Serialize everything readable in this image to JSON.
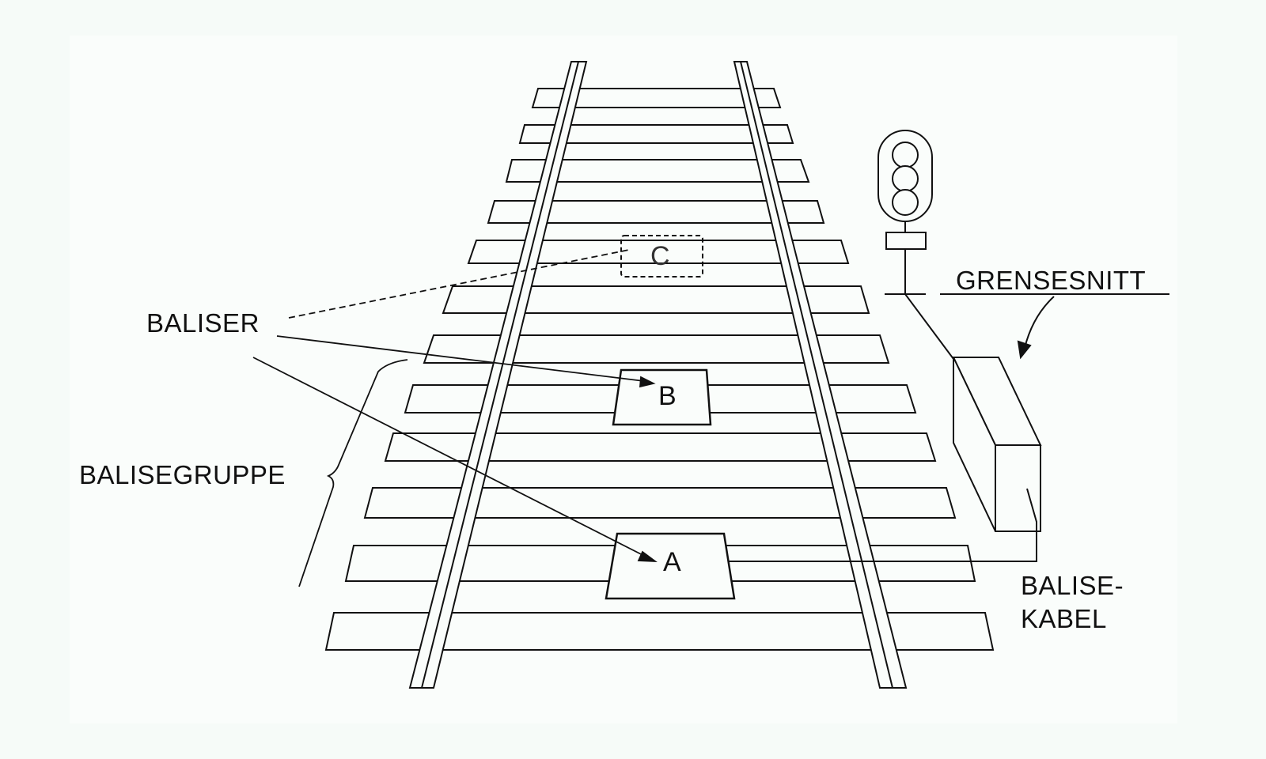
{
  "labels": {
    "baliser": "BALISER",
    "balisegruppe": "BALISEGRUPPE",
    "grensesnitt": "GRENSESNITT",
    "balise_kabel_line1": "BALISE-",
    "balise_kabel_line2": "KABEL"
  },
  "balises": {
    "a": "A",
    "b": "B",
    "c": "C"
  },
  "colors": {
    "line": "#111111",
    "background": "#f6fbf8"
  }
}
